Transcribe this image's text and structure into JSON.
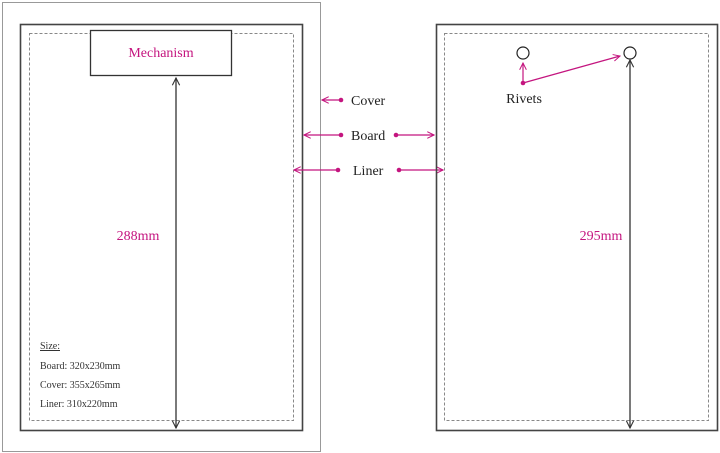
{
  "colors": {
    "accent": "#c4157f",
    "line": "#333333",
    "outer": "#888888",
    "dashed": "#888888"
  },
  "left_panel": {
    "mechanism_label": "Mechanism",
    "height_label": "288mm",
    "size_heading": "Size:",
    "sizes": [
      "Board: 320x230mm",
      "Cover: 355x265mm",
      "Liner: 310x220mm"
    ]
  },
  "legend": {
    "cover": "Cover",
    "board": "Board",
    "liner": "Liner"
  },
  "right_panel": {
    "rivets_label": "Rivets",
    "height_label": "295mm"
  }
}
